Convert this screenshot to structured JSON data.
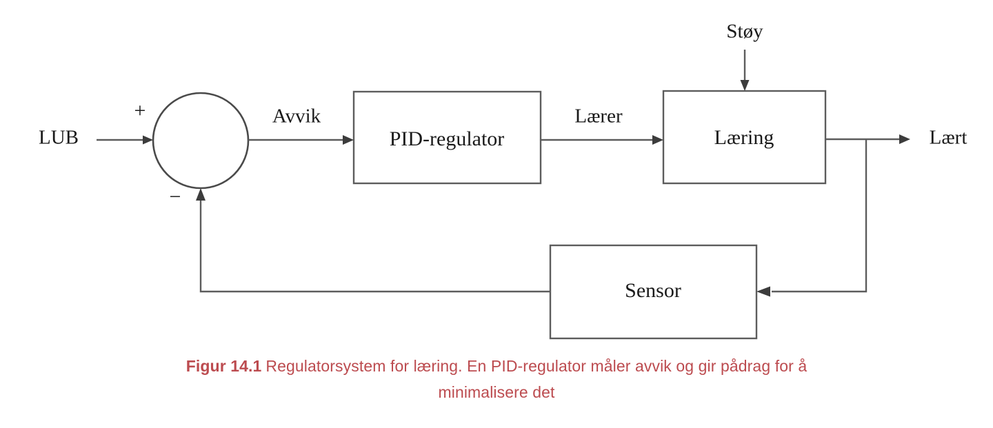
{
  "figure": {
    "caption_number": "Figur 14.1",
    "caption_line1": "Regulatorsystem for læring. En PID-regulator måler avvik og gir pådrag for å",
    "caption_line2": "minimalisere det",
    "caption_color": "#bc4b4f",
    "background_color": "#ffffff",
    "stroke_color": "#5c5c5c",
    "text_color": "#1a1a1a"
  },
  "diagram": {
    "type": "block-diagram",
    "blocks": [
      {
        "id": "pid",
        "label": "PID-regulator",
        "shape": "rect"
      },
      {
        "id": "laering",
        "label": "Læring",
        "shape": "rect"
      },
      {
        "id": "sensor",
        "label": "Sensor",
        "shape": "rect"
      },
      {
        "id": "sum",
        "label": "",
        "shape": "circle"
      }
    ],
    "signals": {
      "input": "LUB",
      "error": "Avvik",
      "control": "Lærer",
      "output": "Lært",
      "disturbance": "Støy"
    },
    "sum_signs": {
      "positive": "+",
      "negative": "−"
    },
    "connections": [
      {
        "from": "LUB",
        "to": "sum",
        "label": "LUB"
      },
      {
        "from": "sum",
        "to": "pid",
        "label": "Avvik"
      },
      {
        "from": "pid",
        "to": "laering",
        "label": "Lærer"
      },
      {
        "from": "laering",
        "to": "output",
        "label": "Lært"
      },
      {
        "from": "Støy",
        "to": "laering",
        "label": "Støy"
      },
      {
        "from": "laering",
        "to": "sensor",
        "label": ""
      },
      {
        "from": "sensor",
        "to": "sum",
        "label": ""
      }
    ]
  }
}
